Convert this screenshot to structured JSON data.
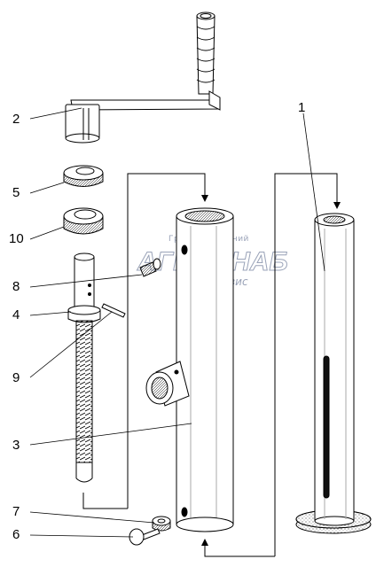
{
  "diagram": {
    "labels": {
      "crank_handle": "2",
      "nut": "5",
      "bearing": "10",
      "grease_fitting": "8",
      "collar": "4",
      "pin": "9",
      "screw_shaft": "3",
      "nut_small": "7",
      "bolt_small": "6",
      "outer_tube": "1"
    },
    "watermark": {
      "line1": "Группа компаний",
      "line2": "АГРОСНАБ",
      "line3": "техсервис",
      "color": "#9aa3b8"
    }
  }
}
